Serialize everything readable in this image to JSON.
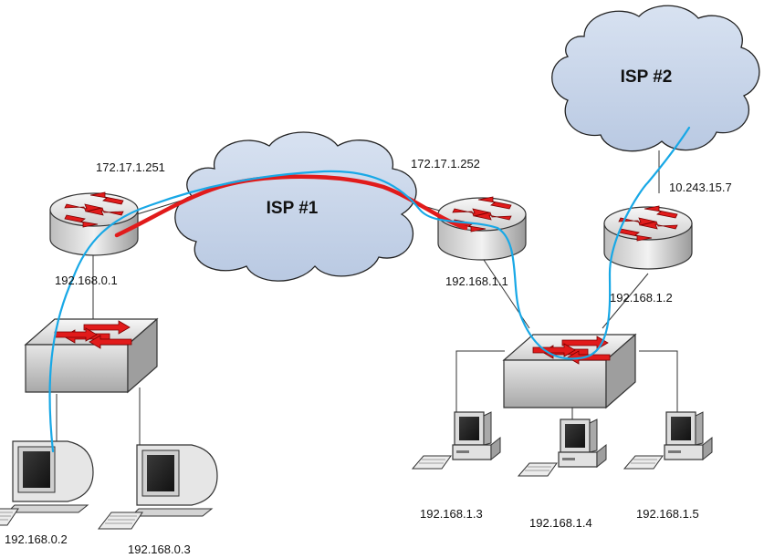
{
  "clouds": {
    "isp1": {
      "label": "ISP #1"
    },
    "isp2": {
      "label": "ISP #2"
    }
  },
  "routers": {
    "left": {
      "wan_ip": "172.17.1.251",
      "lan_ip": "192.168.0.1"
    },
    "middle": {
      "wan_ip": "172.17.1.252",
      "lan_ip": "192.168.1.1"
    },
    "right": {
      "wan_ip": "10.243.15.7",
      "lan_ip": "192.168.1.2"
    }
  },
  "computers": {
    "pc_left_1": "192.168.0.2",
    "pc_left_2": "192.168.0.3",
    "pc_right_1": "192.168.1.3",
    "pc_right_2": "192.168.1.4",
    "pc_right_3": "192.168.1.5"
  },
  "colors": {
    "cloud_fill": "#c9d6ea",
    "vpn_tunnel": "#e11b1b",
    "traffic_path": "#18a8e6",
    "device_gray": "#d2d2d2"
  }
}
